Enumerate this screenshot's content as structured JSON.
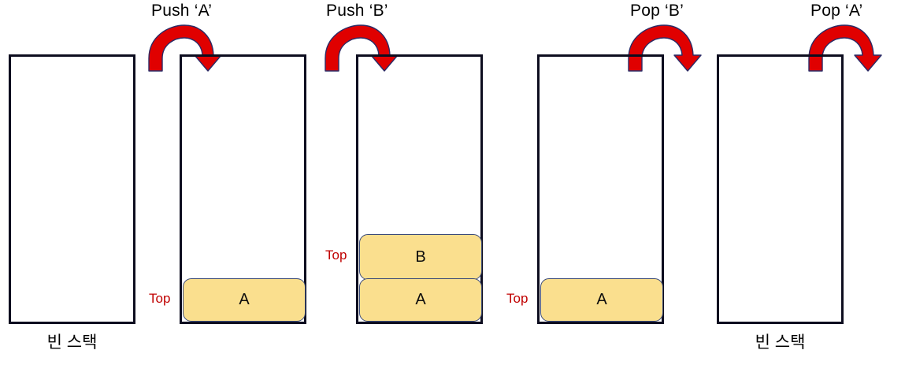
{
  "diagram": {
    "title_sequence": [
      "Push 'A'",
      "Push 'B'",
      "Pop 'B'",
      "Pop 'A'"
    ],
    "colors": {
      "cell_fill": "#fadf8e",
      "cell_stroke": "#3a4a78",
      "box_stroke": "#0d0d1f",
      "arrow_fill": "#e00000",
      "arrow_stroke": "#2b2b66",
      "top_label": "#c00000",
      "text": "#000000",
      "background": "#ffffff"
    }
  },
  "stacks": [
    {
      "id": "stack-empty-initial",
      "operation_label": "",
      "caption": "빈 스택",
      "top_label": "",
      "cells": []
    },
    {
      "id": "stack-after-push-a",
      "operation_label": "Push ‘A’",
      "caption": "",
      "top_label": "Top",
      "cells": [
        {
          "value": "A"
        }
      ]
    },
    {
      "id": "stack-after-push-b",
      "operation_label": "Push ‘B’",
      "caption": "",
      "top_label": "Top",
      "cells": [
        {
          "value": "B"
        },
        {
          "value": "A"
        }
      ]
    },
    {
      "id": "stack-after-pop-b",
      "operation_label": "Pop ‘B’",
      "caption": "",
      "top_label": "Top",
      "cells": [
        {
          "value": "A"
        }
      ]
    },
    {
      "id": "stack-after-pop-a",
      "operation_label": "Pop ‘A’",
      "caption": "빈 스택",
      "top_label": "",
      "cells": []
    }
  ],
  "arrows": [
    {
      "id": "arrow-push-a",
      "label": "Push ‘A’",
      "direction": "into-stack"
    },
    {
      "id": "arrow-push-b",
      "label": "Push ‘B’",
      "direction": "into-stack"
    },
    {
      "id": "arrow-pop-b",
      "label": "Pop ‘B’",
      "direction": "out-of-stack"
    },
    {
      "id": "arrow-pop-a",
      "label": "Pop ‘A’",
      "direction": "out-of-stack"
    }
  ]
}
